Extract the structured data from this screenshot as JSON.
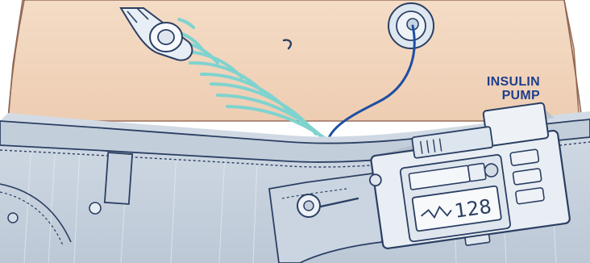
{
  "label": {
    "line1": "INSULIN",
    "line2": "PUMP"
  },
  "pump": {
    "display_value": "128"
  },
  "colors": {
    "skin": "#f2d5bc",
    "skin_shadow": "#e8c3a6",
    "signal_waves": "#7fd3cf",
    "jeans": "#c9d3de",
    "jeans_shadow": "#aab7c6",
    "outline": "#2b3f63",
    "tube": "#1e4fa3",
    "label_text": "#1d3f8c",
    "device_body": "#e9eef4"
  },
  "icons": [
    "sensor-patch-icon",
    "infusion-site-icon",
    "navel-icon",
    "jeans-button-icon",
    "pump-device-icon"
  ]
}
